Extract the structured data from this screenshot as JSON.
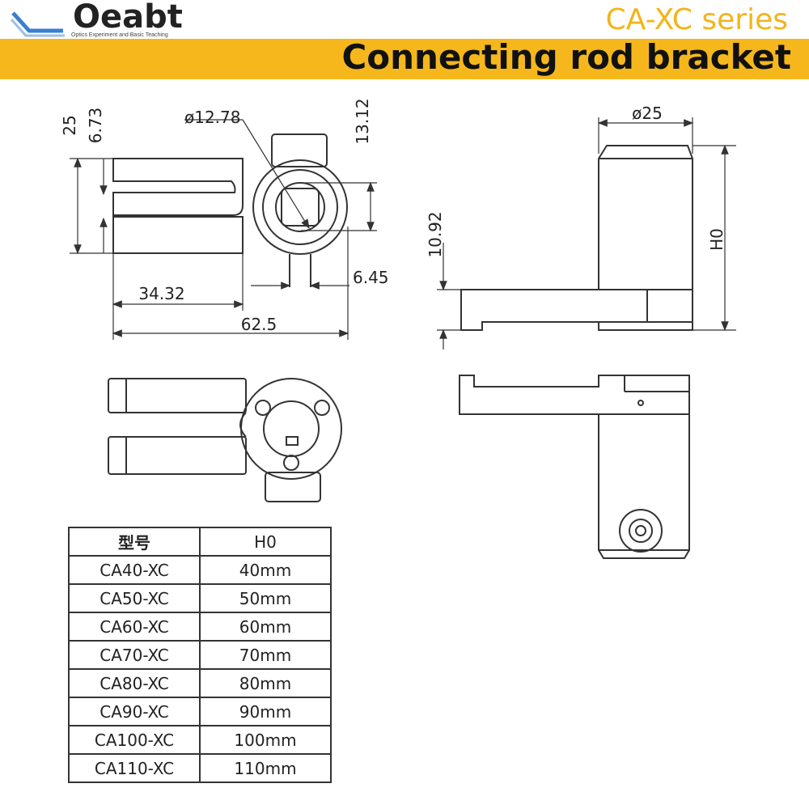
{
  "header": {
    "logo_text": "Oeabt",
    "logo_tagline": "Optics Experiment and Basic Teaching",
    "series": "CA-XC series",
    "title": "Connecting rod bracket"
  },
  "colors": {
    "accent": "#f5b71b",
    "series_text": "#f3b41b",
    "line": "#333333"
  },
  "dimensions": {
    "d_hole": "ø12.78",
    "d_body": "ø25",
    "h_25": "25",
    "h_673": "6.73",
    "h_1312": "13.12",
    "h_1092": "10.92",
    "w_3432": "34.32",
    "w_645": "6.45",
    "w_625": "62.5",
    "h0": "H0"
  },
  "table": {
    "headers": [
      "型号",
      "H0"
    ],
    "rows": [
      [
        "CA40-XC",
        "40mm"
      ],
      [
        "CA50-XC",
        "50mm"
      ],
      [
        "CA60-XC",
        "60mm"
      ],
      [
        "CA70-XC",
        "70mm"
      ],
      [
        "CA80-XC",
        "80mm"
      ],
      [
        "CA90-XC",
        "90mm"
      ],
      [
        "CA100-XC",
        "100mm"
      ],
      [
        "CA110-XC",
        "110mm"
      ]
    ]
  }
}
